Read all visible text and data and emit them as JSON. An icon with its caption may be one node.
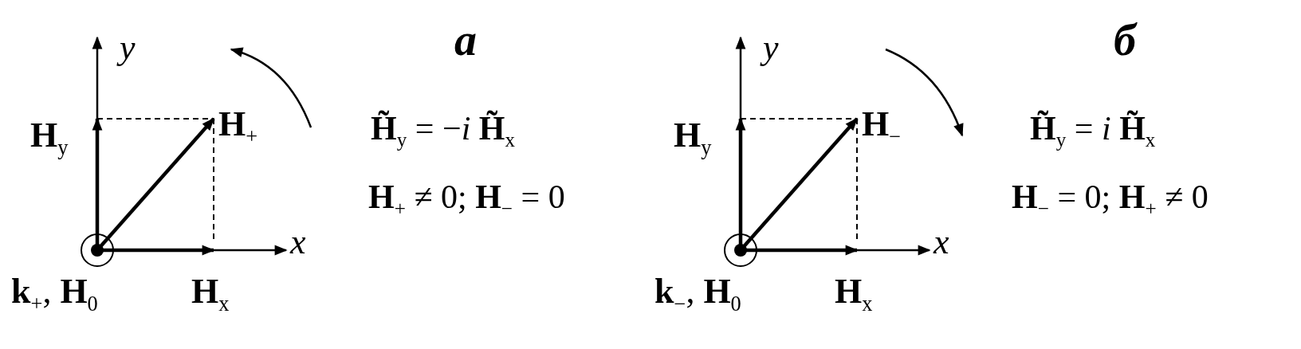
{
  "diagram": {
    "labels": [
      "*y*",
      "**H**$_{y}$",
      "**H**$_{+}$",
      "*x*",
      "**H**$_{x}$",
      "**k**$_{+}$, **H**$_{0}$",
      "а",
      "**H̃**$_{y}$ = −*i* **H̃**$_{x}$",
      "**H**$_{+}$ ≠ 0;  **H**$_{−}$ = 0",
      "*y*",
      "**H**$_{y}$",
      "**H**$_{−}$",
      "*x*",
      "**H**$_{x}$",
      "**k**$_{−}$, **H**$_{0}$",
      "б",
      "**H̃**$_{y}$ = *i* **H̃**$_{x}$",
      "**H**$_{−}$ = 0;  **H**$_{+}$ ≠ 0"
    ]
  }
}
